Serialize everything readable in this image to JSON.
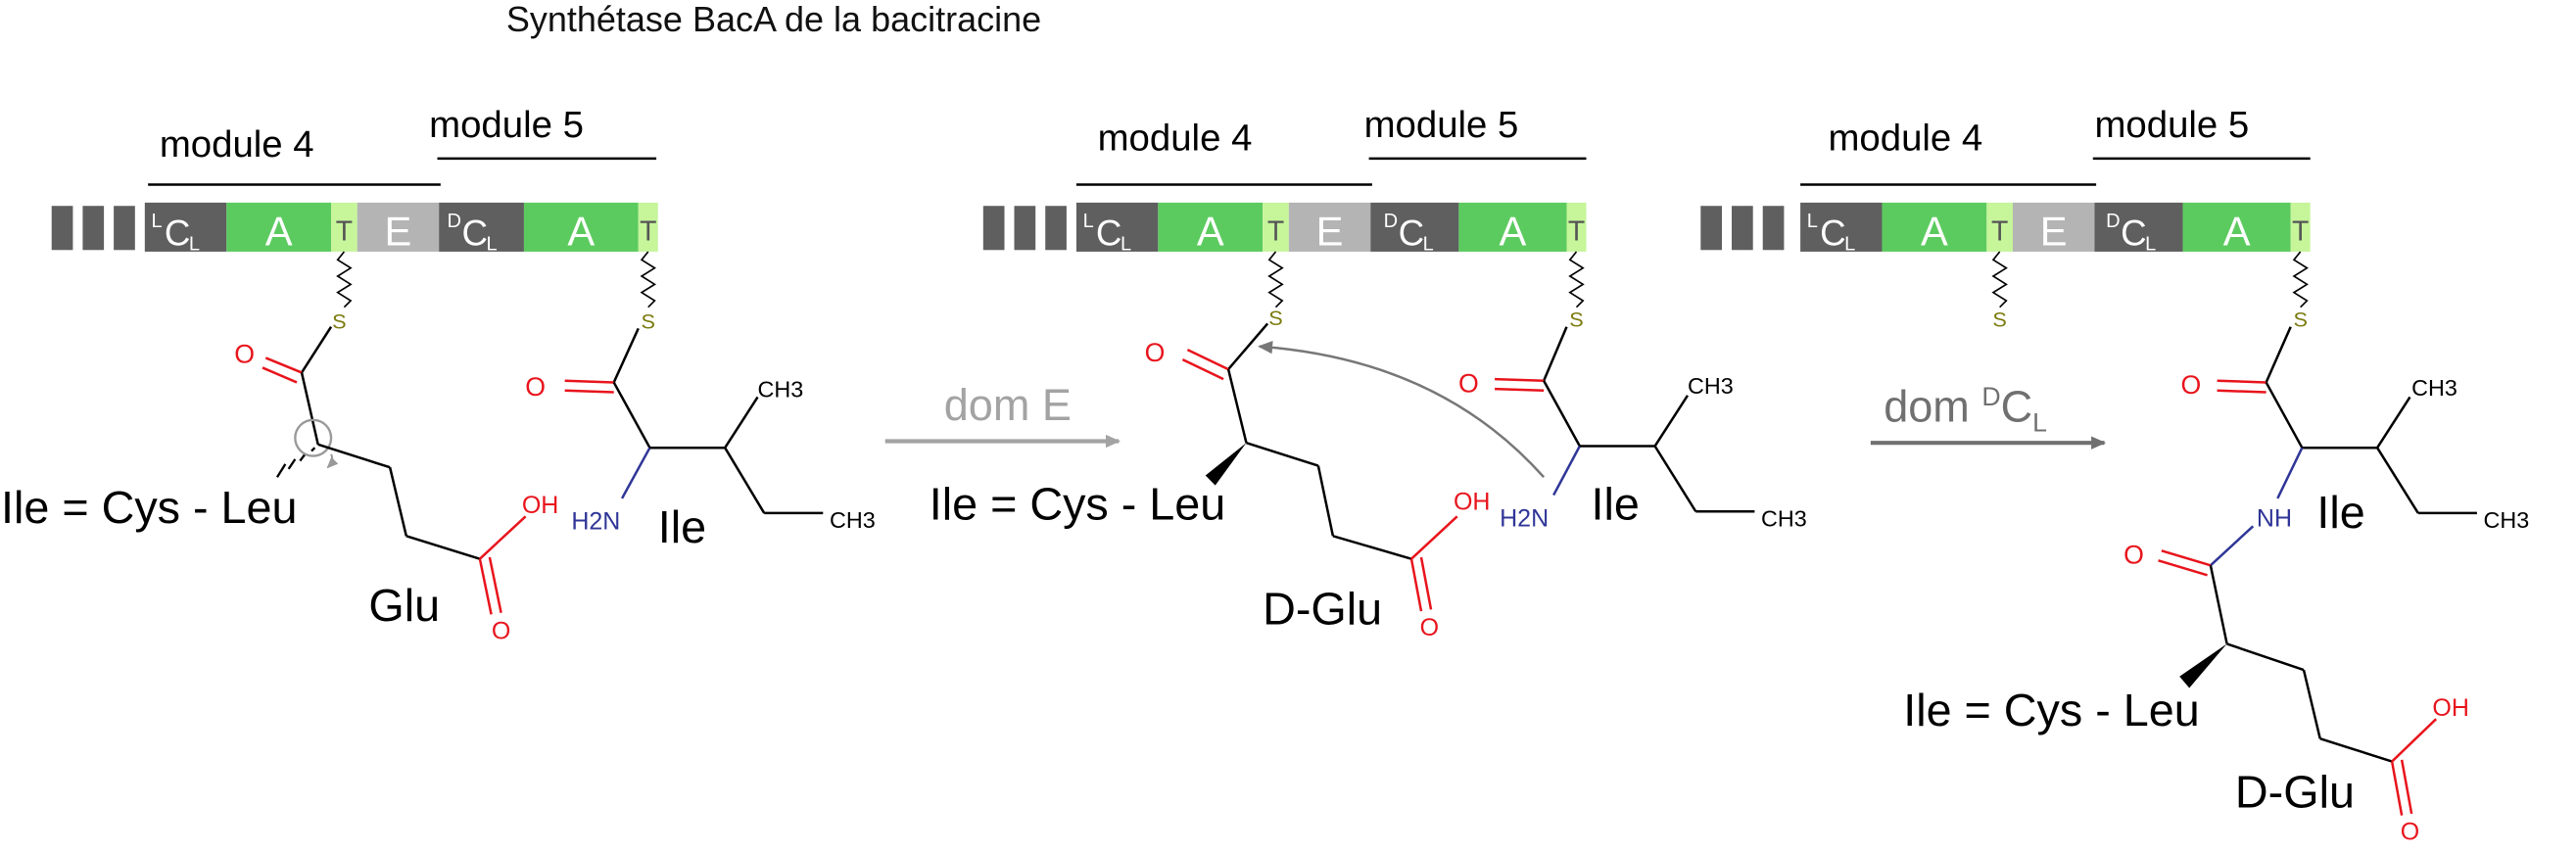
{
  "title": "Synthétase BacA de la bacitracine",
  "panels": [
    {
      "module_a": "module 4",
      "module_b": "module 5",
      "domains": {
        "c1_sup": "L",
        "c1": "C",
        "c1_sub": "L",
        "a1": "A",
        "t1": "T",
        "e": "E",
        "c2_sup": "D",
        "c2": "C",
        "c2_sub": "L",
        "a2": "A",
        "t2": "T"
      },
      "chain_label": "Ile = Cys - Leu",
      "residue_label": "Glu",
      "ile_label": "Ile",
      "atoms": {
        "s1": "S",
        "s2": "S",
        "o1": "O",
        "o2": "O",
        "o3": "O",
        "oh": "OH",
        "nh2": "H2N",
        "ch3a": "CH3",
        "ch3b": "CH3"
      }
    },
    {
      "module_a": "module 4",
      "module_b": "module 5",
      "domains": {
        "c1_sup": "L",
        "c1": "C",
        "c1_sub": "L",
        "a1": "A",
        "t1": "T",
        "e": "E",
        "c2_sup": "D",
        "c2": "C",
        "c2_sub": "L",
        "a2": "A",
        "t2": "T"
      },
      "chain_label": "Ile = Cys - Leu",
      "residue_label": "D-Glu",
      "ile_label": "Ile",
      "atoms": {
        "s1": "S",
        "s2": "S",
        "o1": "O",
        "o2": "O",
        "o3": "O",
        "oh": "OH",
        "nh2": "H2N",
        "ch3a": "CH3",
        "ch3b": "CH3"
      }
    },
    {
      "module_a": "module 4",
      "module_b": "module 5",
      "domains": {
        "c1_sup": "L",
        "c1": "C",
        "c1_sub": "L",
        "a1": "A",
        "t1": "T",
        "e": "E",
        "c2_sup": "D",
        "c2": "C",
        "c2_sub": "L",
        "a2": "A",
        "t2": "T"
      },
      "chain_label": "Ile = Cys - Leu",
      "residue_label": "D-Glu",
      "ile_label": "Ile",
      "atoms": {
        "s1": "S",
        "s2": "S",
        "o1": "O",
        "o2": "O",
        "o3": "O",
        "oh": "OH",
        "nh": "NH",
        "ch3a": "CH3",
        "ch3b": "CH3"
      }
    }
  ],
  "arrows": {
    "step1": "dom E",
    "step2_prefix": "dom ",
    "step2_sup": "D",
    "step2_main": "C",
    "step2_sub": "L"
  },
  "colors": {
    "dark_grey": "#5f5f5f",
    "green": "#5ccb5f",
    "light_green": "#c6f59a",
    "light_grey": "#b4b4b4",
    "oxygen": "#e8141c",
    "nitrogen": "#2f3697",
    "sulfur": "#7c7c10",
    "arrow1": "#a3a3a3",
    "arrow2": "#707070"
  }
}
